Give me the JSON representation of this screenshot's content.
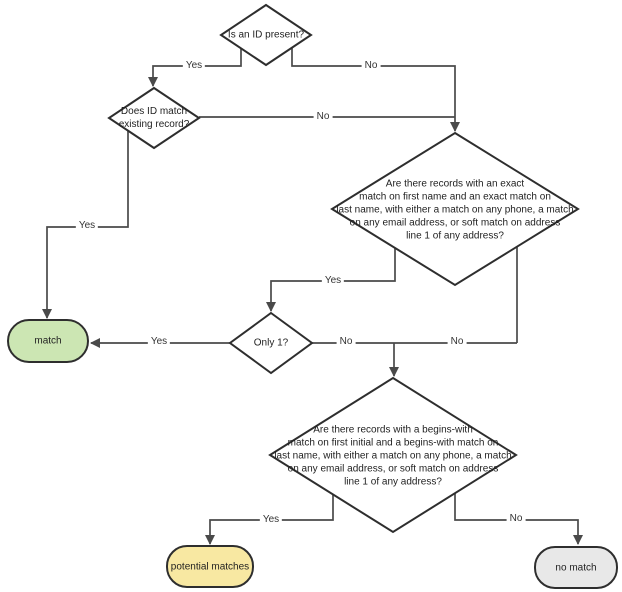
{
  "colors": {
    "line": "#4a4a4a",
    "shape_border": "#2e2e2e",
    "diamond_fill": "#ffffff",
    "match_fill": "#cce6b3",
    "potential_matches_fill": "#f8e8a2",
    "no_match_fill": "#e8e8e8"
  },
  "nodes": {
    "is_id_present": {
      "type": "decision",
      "label": "Is an ID present?"
    },
    "does_id_match": {
      "type": "decision",
      "label": "Does ID match\nexisting record?"
    },
    "exact_match_check": {
      "type": "decision",
      "label": "Are there records with an exact\nmatch on first name and an exact match on\nlast name, with either a match on any phone, a match\non any email address, or soft match on address\nline 1 of any address?"
    },
    "only_one": {
      "type": "decision",
      "label": "Only 1?"
    },
    "begins_with_check": {
      "type": "decision",
      "label": "Are there records with a begins-with\nmatch on first initial and a begins-with match on\nlast name, with either a match on any phone, a match\non any email address, or soft match on address\nline 1 of any address?"
    },
    "match": {
      "type": "terminal",
      "label": "match",
      "fill": "#cce6b3"
    },
    "potential_matches": {
      "type": "terminal",
      "label": "potential matches",
      "fill": "#f8e8a2"
    },
    "no_match": {
      "type": "terminal",
      "label": "no match",
      "fill": "#e8e8e8"
    }
  },
  "edges": {
    "id_present_yes": {
      "label": "Yes"
    },
    "id_present_no": {
      "label": "No"
    },
    "id_match_yes": {
      "label": "Yes"
    },
    "id_match_no": {
      "label": "No"
    },
    "exact_match_yes": {
      "label": "Yes"
    },
    "exact_match_no": {
      "label": "No"
    },
    "only_one_yes": {
      "label": "Yes"
    },
    "only_one_no": {
      "label": "No"
    },
    "begins_with_yes": {
      "label": "Yes"
    },
    "begins_with_no": {
      "label": "No"
    }
  }
}
